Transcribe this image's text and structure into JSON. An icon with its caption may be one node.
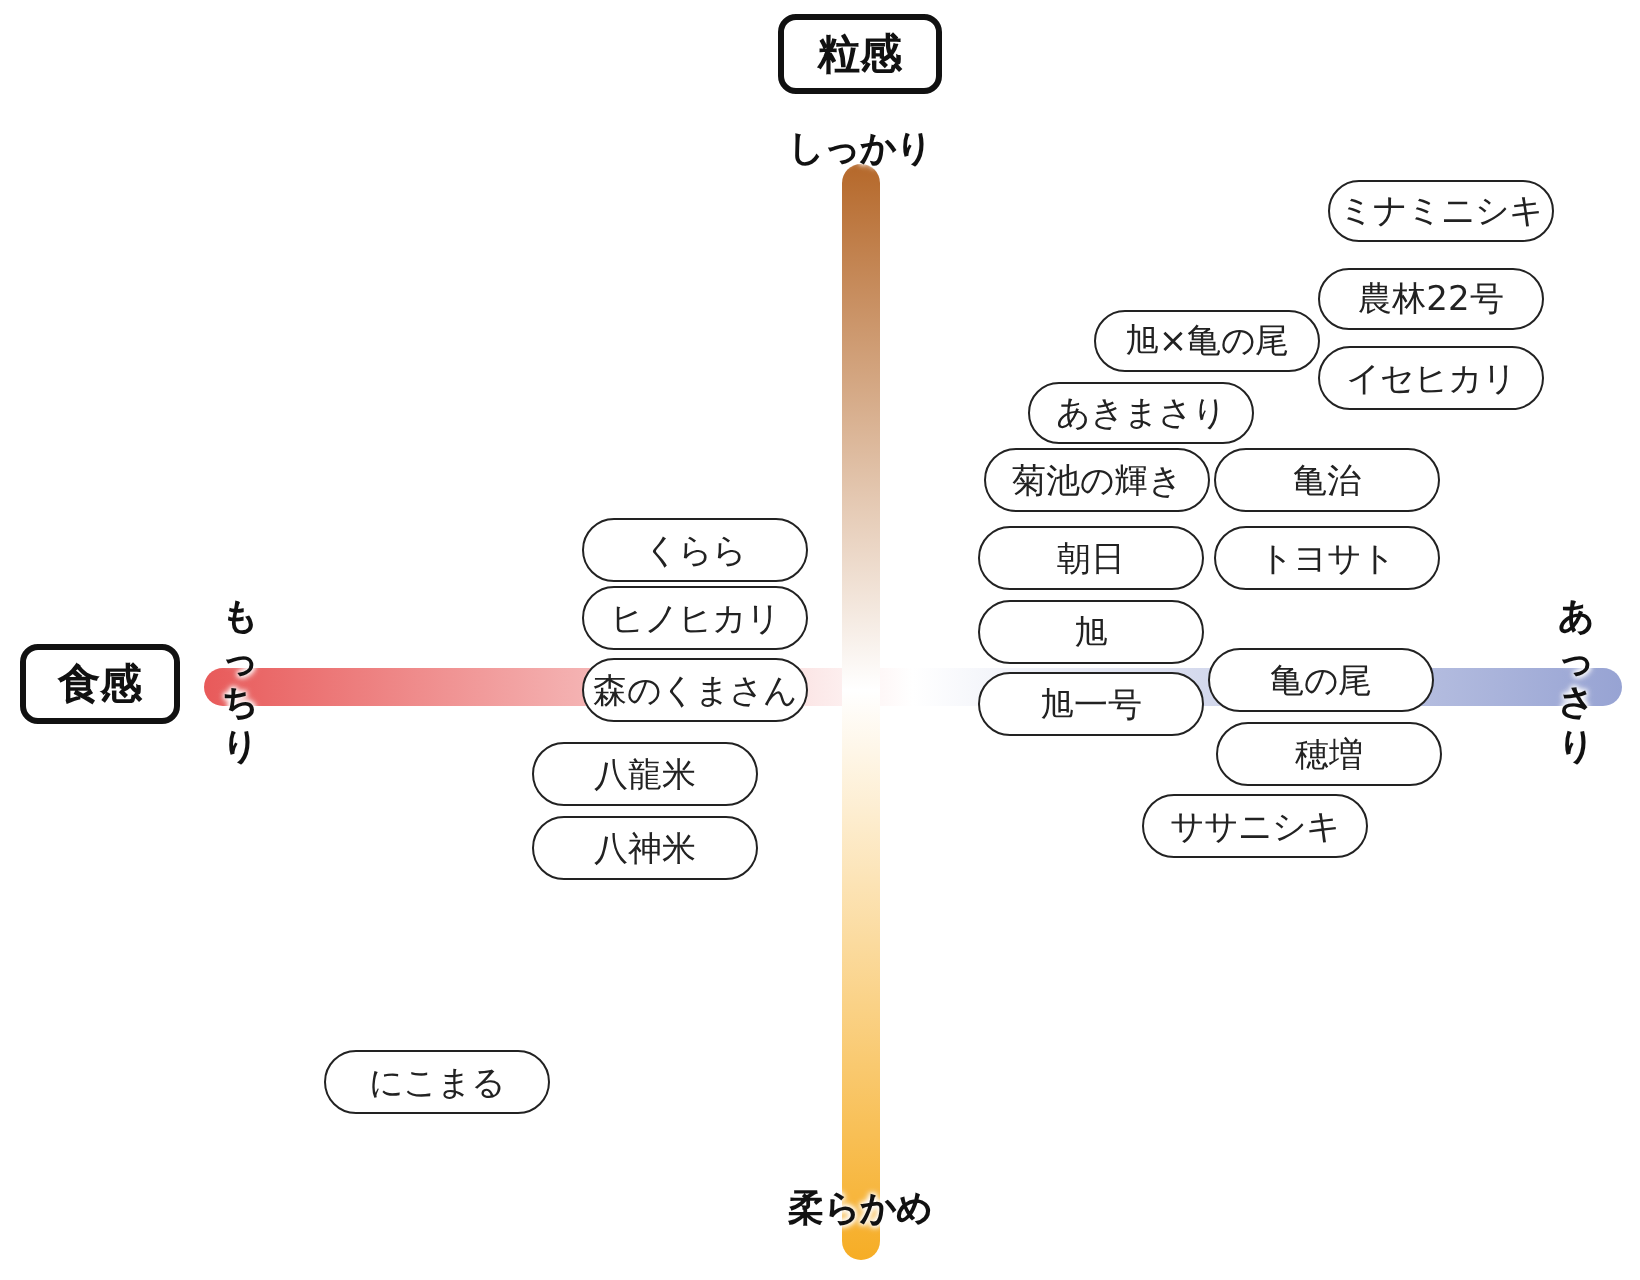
{
  "diagram": {
    "nodes": [
      {
        "text": [
          "粒感"
        ]
      },
      {
        "text": [
          "ミナミニシキ"
        ]
      },
      {
        "text": [
          "農林22号"
        ]
      },
      {
        "text": [
          "旭×亀の尾"
        ]
      },
      {
        "text": [
          "イセヒカリ"
        ]
      },
      {
        "text": [
          "あきまさり"
        ]
      },
      {
        "text": [
          "菊池の輝き"
        ]
      },
      {
        "text": [
          "亀治"
        ]
      },
      {
        "text": [
          "くらら"
        ]
      },
      {
        "text": [
          "朝日"
        ]
      },
      {
        "text": [
          "トヨサト"
        ]
      },
      {
        "text": [
          "ヒノヒカリ"
        ]
      },
      {
        "text": [
          "旭"
        ]
      },
      {
        "text": [
          "亀の尾"
        ]
      },
      {
        "text": [
          "食感"
        ]
      },
      {
        "text": [
          "森のくまさん"
        ]
      },
      {
        "text": [
          "旭一号"
        ]
      },
      {
        "text": [
          "穂増"
        ]
      },
      {
        "text": [
          "八龍米"
        ]
      },
      {
        "text": [
          "ササニシキ"
        ]
      },
      {
        "text": [
          "八神米"
        ]
      },
      {
        "text": [
          "にこまる"
        ]
      }
    ],
    "labels": [
      "しっかり",
      "もっちり",
      "あっさり",
      "柔らかめ"
    ]
  }
}
